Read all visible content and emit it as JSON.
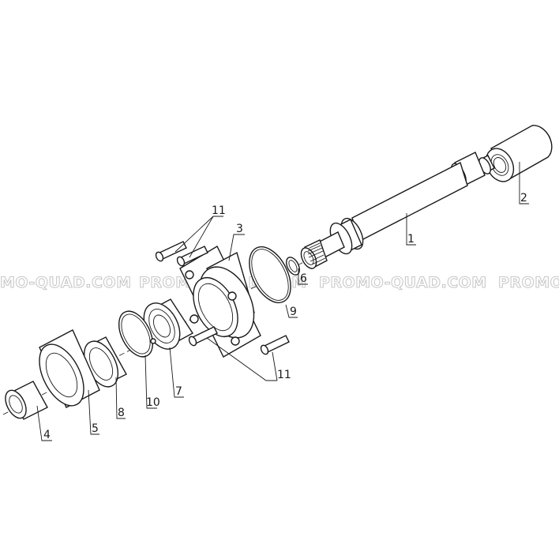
{
  "watermark": {
    "segments": [
      "MO-QUAD.COM",
      "PROMO-QUAD.COM",
      "PROMO-QUAD.COM",
      "PROMO"
    ]
  },
  "callouts": [
    {
      "id": "1",
      "label": "1"
    },
    {
      "id": "2",
      "label": "2"
    },
    {
      "id": "3",
      "label": "3"
    },
    {
      "id": "4",
      "label": "4"
    },
    {
      "id": "5",
      "label": "5"
    },
    {
      "id": "6",
      "label": "6"
    },
    {
      "id": "7",
      "label": "7"
    },
    {
      "id": "8",
      "label": "8"
    },
    {
      "id": "9",
      "label": "9"
    },
    {
      "id": "10",
      "label": "10"
    },
    {
      "id": "11a",
      "label": "11"
    },
    {
      "id": "11b",
      "label": "11"
    }
  ]
}
